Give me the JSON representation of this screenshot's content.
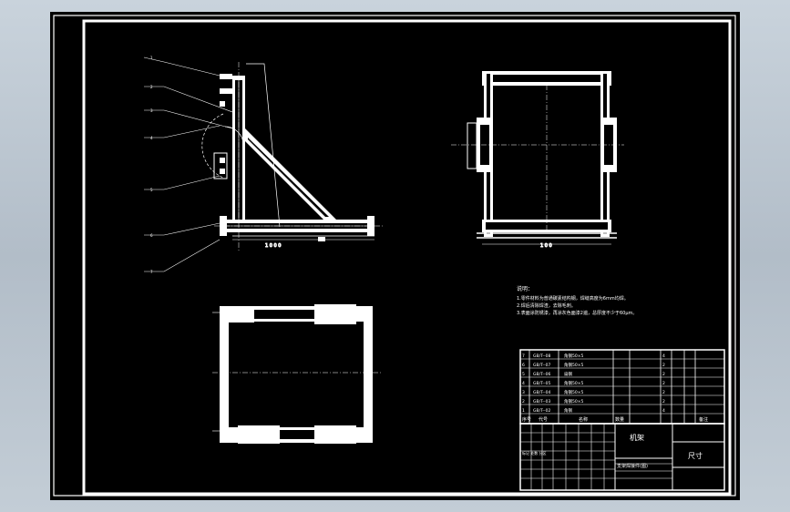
{
  "colors": {
    "background": "#000000",
    "lines": "#ffffff",
    "window_frame": "#b8c3ce"
  },
  "notes": {
    "heading": "说明：",
    "lines": [
      "1.零件材料为普通碳素结构钢，焊缝高度为6mm均焊。",
      "2.焊后清除焊渣，去除毛刺。",
      "3.表面涂防锈漆，再涂灰色面漆2遍，总厚度不少于60μm。"
    ]
  },
  "parts_list": {
    "rows": [
      {
        "no": "7",
        "code": "GB/T--08",
        "name": "角钢50×5",
        "qty": "4"
      },
      {
        "no": "6",
        "code": "GB/T--07",
        "name": "角钢50×5",
        "qty": "2"
      },
      {
        "no": "5",
        "code": "GB/T--06",
        "name": "扁钢",
        "qty": "2"
      },
      {
        "no": "4",
        "code": "GB/T--05",
        "name": "角钢50×5",
        "qty": "2"
      },
      {
        "no": "3",
        "code": "GB/T--04",
        "name": "角钢50×5",
        "qty": "2"
      },
      {
        "no": "2",
        "code": "GB/T--03",
        "name": "角钢50×5",
        "qty": "2"
      },
      {
        "no": "1",
        "code": "GB/T--02",
        "name": "角钢",
        "qty": "4"
      }
    ],
    "headers": {
      "no": "序号",
      "code": "代号",
      "name": "名称",
      "qty": "数量",
      "note": "备注"
    }
  },
  "title_block": {
    "part_name": "机架",
    "drawing_no": "尺寸",
    "subtitle": "支架焊接件(图)",
    "row_label": "标记 处数 分区"
  },
  "leaders": [
    "1",
    "2",
    "3",
    "4",
    "5",
    "6",
    "7"
  ]
}
